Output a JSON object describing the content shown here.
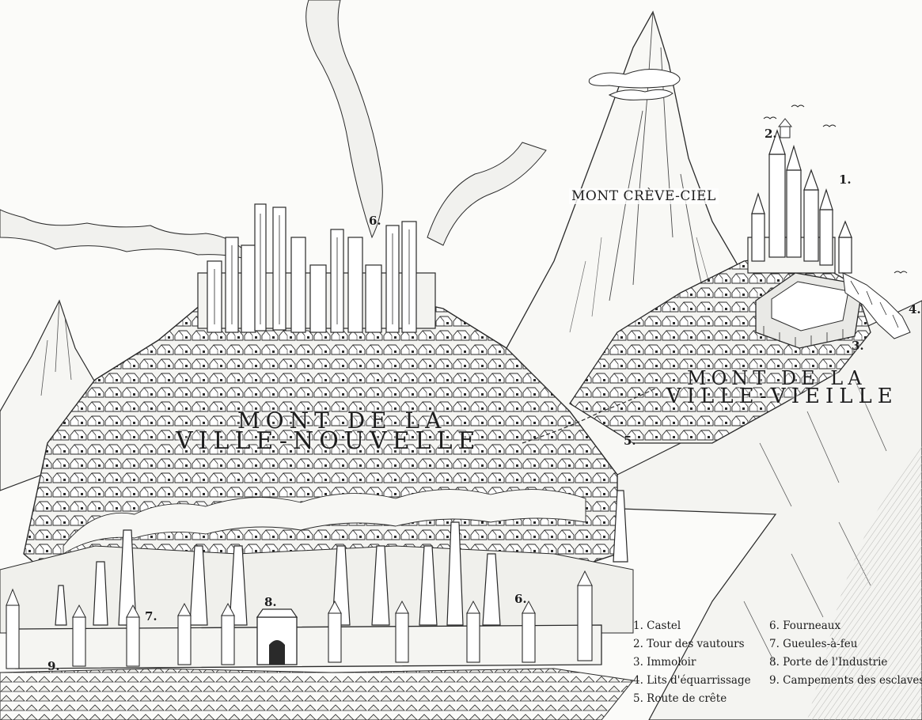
{
  "labels": {
    "mont_creve_ciel": "MONT CRÈVE-CIEL",
    "ville_nouvelle_line1": "MONT DE LA",
    "ville_nouvelle_line2": "VILLE-NOUVELLE",
    "ville_vieille_line1": "MONT DE LA",
    "ville_vieille_line2": "VILLE-VIEILLE"
  },
  "markers": {
    "m1": "1.",
    "m2": "2.",
    "m3": "3.",
    "m4": "4.",
    "m5": "5.",
    "m6_top": "6.",
    "m6_bottom": "6.",
    "m7": "7.",
    "m8": "8.",
    "m9": "9."
  },
  "legend": [
    "1. Castel",
    "2. Tour des vautours",
    "3. Immoloir",
    "4. Lits d'équarrissage",
    "5. Route de crête",
    "6. Fourneaux",
    "7. Gueules-à-feu",
    "8. Porte de l'Industrie",
    "9. Campements des esclaves"
  ],
  "colors": {
    "ink": "#1d1d1d",
    "paper": "#fbfbf9",
    "shade": "#c9c9c6"
  }
}
